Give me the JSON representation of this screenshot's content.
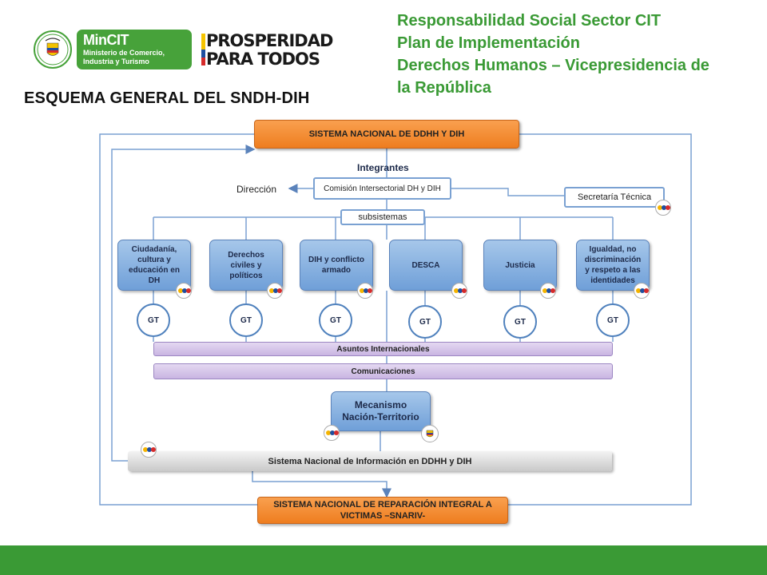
{
  "header": {
    "title": "Responsabilidad Social Sector CIT\nPlan de Implementación\nDerechos Humanos – Vicepresidencia de\nla República"
  },
  "logos": {
    "mincit_title": "MinCIT",
    "mincit_subtitle": "Ministerio de Comercio,\nIndustria y Turismo",
    "prosperidad_line1": "PROSPERIDAD",
    "prosperidad_line2": "PARA TODOS"
  },
  "scheme_title": "ESQUEMA GENERAL DEL SNDH-DIH",
  "diagram": {
    "top_system": "SISTEMA NACIONAL DE DDHH Y DIH",
    "integrantes": "Integrantes",
    "direccion": "Dirección",
    "comision": "Comisión Intersectorial DH y DIH",
    "secretaria": "Secretaría Técnica",
    "subsistemas": "subsistemas",
    "subsystems": [
      "Ciudadanía,\ncultura y\neducación en\nDH",
      "Derechos\nciviles y\npolíticos",
      "DIH y conflicto\narmado",
      "DESCA",
      "Justicia",
      "Igualdad, no\ndiscriminación\ny respeto a las\nidentidades"
    ],
    "gt_label": "GT",
    "asuntos": "Asuntos Internacionales",
    "comunicaciones": "Comunicaciones",
    "mecanismo": "Mecanismo\nNación-Territorio",
    "informacion": "Sistema Nacional de Información en DDHH y DIH",
    "snariv": "SISTEMA NACIONAL DE REPARACIÓN INTEGRAL A\nVICTIMAS –SNARIV-"
  },
  "colors": {
    "brand_green": "#3a9a35",
    "orange": "#ee7d1f",
    "blue": "#6f9fd8",
    "purple": "#c9b5e2"
  }
}
